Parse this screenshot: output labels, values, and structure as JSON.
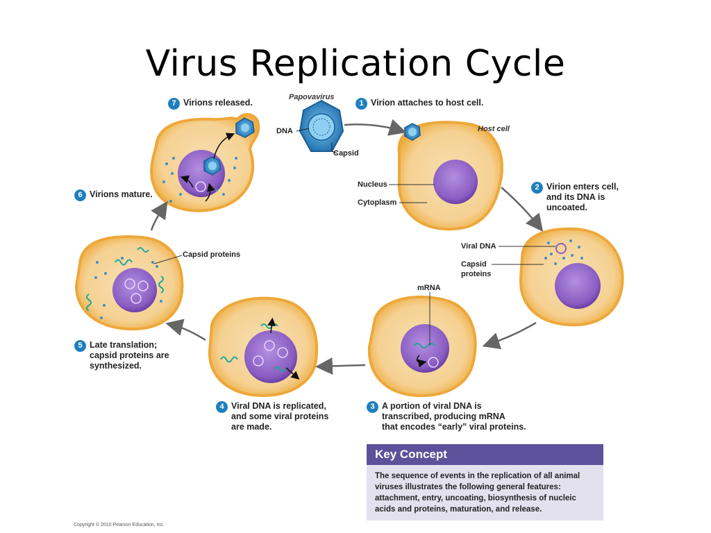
{
  "title": "Virus Replication Cycle",
  "virus": {
    "name": "Papovavirus",
    "dna_label": "DNA",
    "capsid_label": "Capsid"
  },
  "host_cell_label": "Host cell",
  "nucleus_label": "Nucleus",
  "cytoplasm_label": "Cytoplasm",
  "viral_dna_label": "Viral DNA",
  "capsid_proteins_label": "Capsid\nproteins",
  "capsid_proteins_label_6": "Capsid proteins",
  "mrna_label": "mRNA",
  "steps": [
    {
      "num": "1",
      "text": "Virion attaches to host cell."
    },
    {
      "num": "2",
      "text": "Virion enters cell,\nand its DNA is\nuncoated."
    },
    {
      "num": "3",
      "text": "A portion of viral DNA is\ntranscribed, producing mRNA\nthat encodes “early” viral proteins."
    },
    {
      "num": "4",
      "text": "Viral DNA is replicated,\nand some viral proteins\nare made."
    },
    {
      "num": "5",
      "text": "Late translation;\ncapsid proteins are\nsynthesized."
    },
    {
      "num": "6",
      "text": "Virions mature."
    },
    {
      "num": "7",
      "text": "Virions released."
    }
  ],
  "key_concept": {
    "heading": "Key Concept",
    "body": "The sequence of events in the replication of all animal viruses illustrates the following general features: attachment, entry, uncoating, biosynthesis of nucleic acids and proteins, maturation, and release."
  },
  "copyright": "Copyright © 2010 Pearson Education, Inc.",
  "colors": {
    "cell_fill": "#f6d9a0",
    "cell_rim": "#f2b94a",
    "nucleus": "#8b5fc0",
    "virus_blue": "#1f86c8",
    "step_badge": "#1f7fbd",
    "key_header": "#5d519b",
    "key_body": "#e4e1ef",
    "viral_dna": "#1aa89a"
  }
}
